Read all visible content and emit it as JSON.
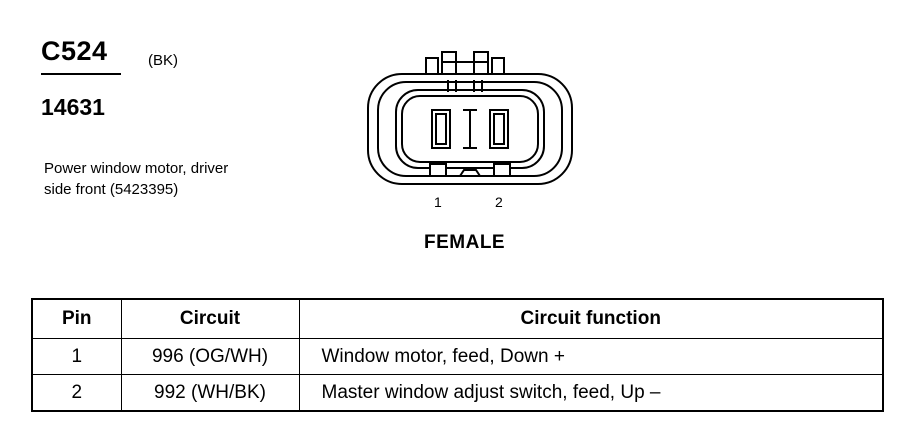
{
  "connector": {
    "id": "C524",
    "color": "(BK)",
    "part_number": "14631",
    "description_lines": [
      "Power window motor, driver",
      "side front (5423395)"
    ],
    "pin_labels": [
      "1",
      "2"
    ],
    "gender": "FEMALE"
  },
  "table": {
    "headers": [
      "Pin",
      "Circuit",
      "Circuit function"
    ],
    "rows": [
      {
        "pin": "1",
        "circuit": "996 (OG/WH)",
        "function": "Window motor, feed, Down +"
      },
      {
        "pin": "2",
        "circuit": "992 (WH/BK)",
        "function": "Master window adjust switch, feed, Up –"
      }
    ]
  }
}
